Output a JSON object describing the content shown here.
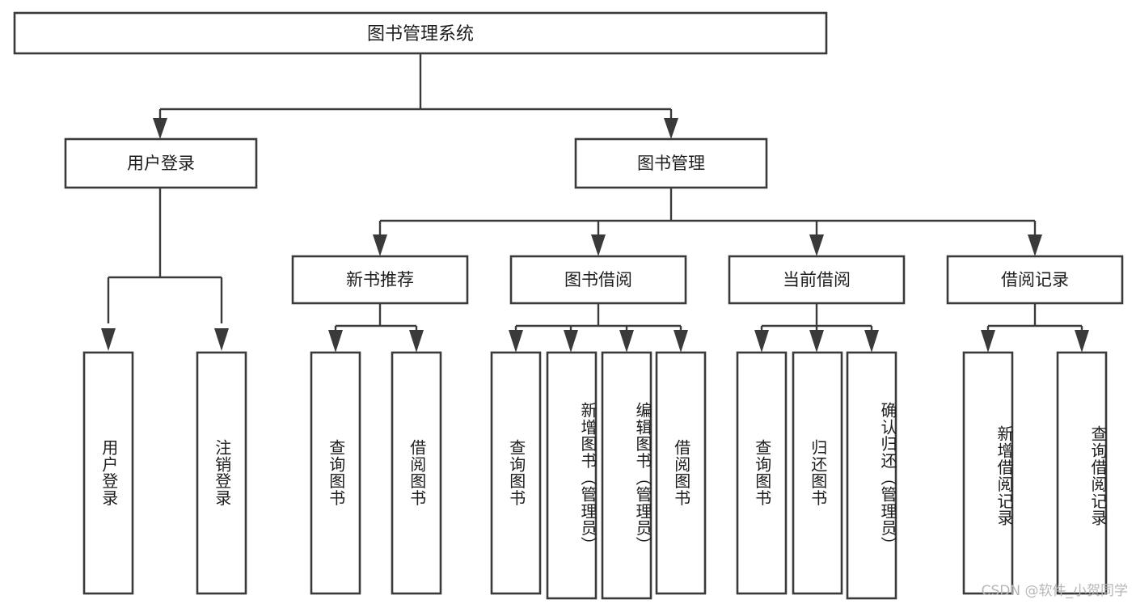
{
  "diagram": {
    "title": "图书管理系统",
    "type": "tree-hierarchy",
    "watermark": "CSDN @软件_小贺同学",
    "colors": {
      "box_stroke": "#3a3a3a",
      "box_fill": "#ffffff",
      "connector": "#3a3a3a",
      "text": "#1d1d1d",
      "watermark": "#b7b7b7",
      "background": "#ffffff"
    },
    "root": {
      "label": "图书管理系统"
    },
    "level2": [
      {
        "id": "user-login",
        "label": "用户登录"
      },
      {
        "id": "book-management",
        "label": "图书管理"
      }
    ],
    "level3": [
      {
        "id": "new-book-recommend",
        "label": "新书推荐",
        "parent": "book-management"
      },
      {
        "id": "book-borrow",
        "label": "图书借阅",
        "parent": "book-management"
      },
      {
        "id": "current-borrow",
        "label": "当前借阅",
        "parent": "book-management"
      },
      {
        "id": "borrow-record",
        "label": "借阅记录",
        "parent": "book-management"
      }
    ],
    "leaves": {
      "user-login": [
        {
          "id": "leaf-user-login",
          "label": "用户登录"
        },
        {
          "id": "leaf-user-logout",
          "label": "注销登录"
        }
      ],
      "new-book-recommend": [
        {
          "id": "leaf-query-book-1",
          "label": "查询图书"
        },
        {
          "id": "leaf-borrow-book-1",
          "label": "借阅图书"
        }
      ],
      "book-borrow": [
        {
          "id": "leaf-query-book-2",
          "label": "查询图书"
        },
        {
          "id": "leaf-add-book",
          "label": "新增图书（管理员）"
        },
        {
          "id": "leaf-edit-book",
          "label": "编辑图书（管理员）"
        },
        {
          "id": "leaf-borrow-book-2",
          "label": "借阅图书"
        }
      ],
      "current-borrow": [
        {
          "id": "leaf-query-book-3",
          "label": "查询图书"
        },
        {
          "id": "leaf-return-book",
          "label": "归还图书"
        },
        {
          "id": "leaf-confirm-return",
          "label": "确认归还（管理员）"
        }
      ],
      "borrow-record": [
        {
          "id": "leaf-add-record",
          "label": "新增借阅记录"
        },
        {
          "id": "leaf-query-record",
          "label": "查询借阅记录"
        }
      ]
    }
  }
}
